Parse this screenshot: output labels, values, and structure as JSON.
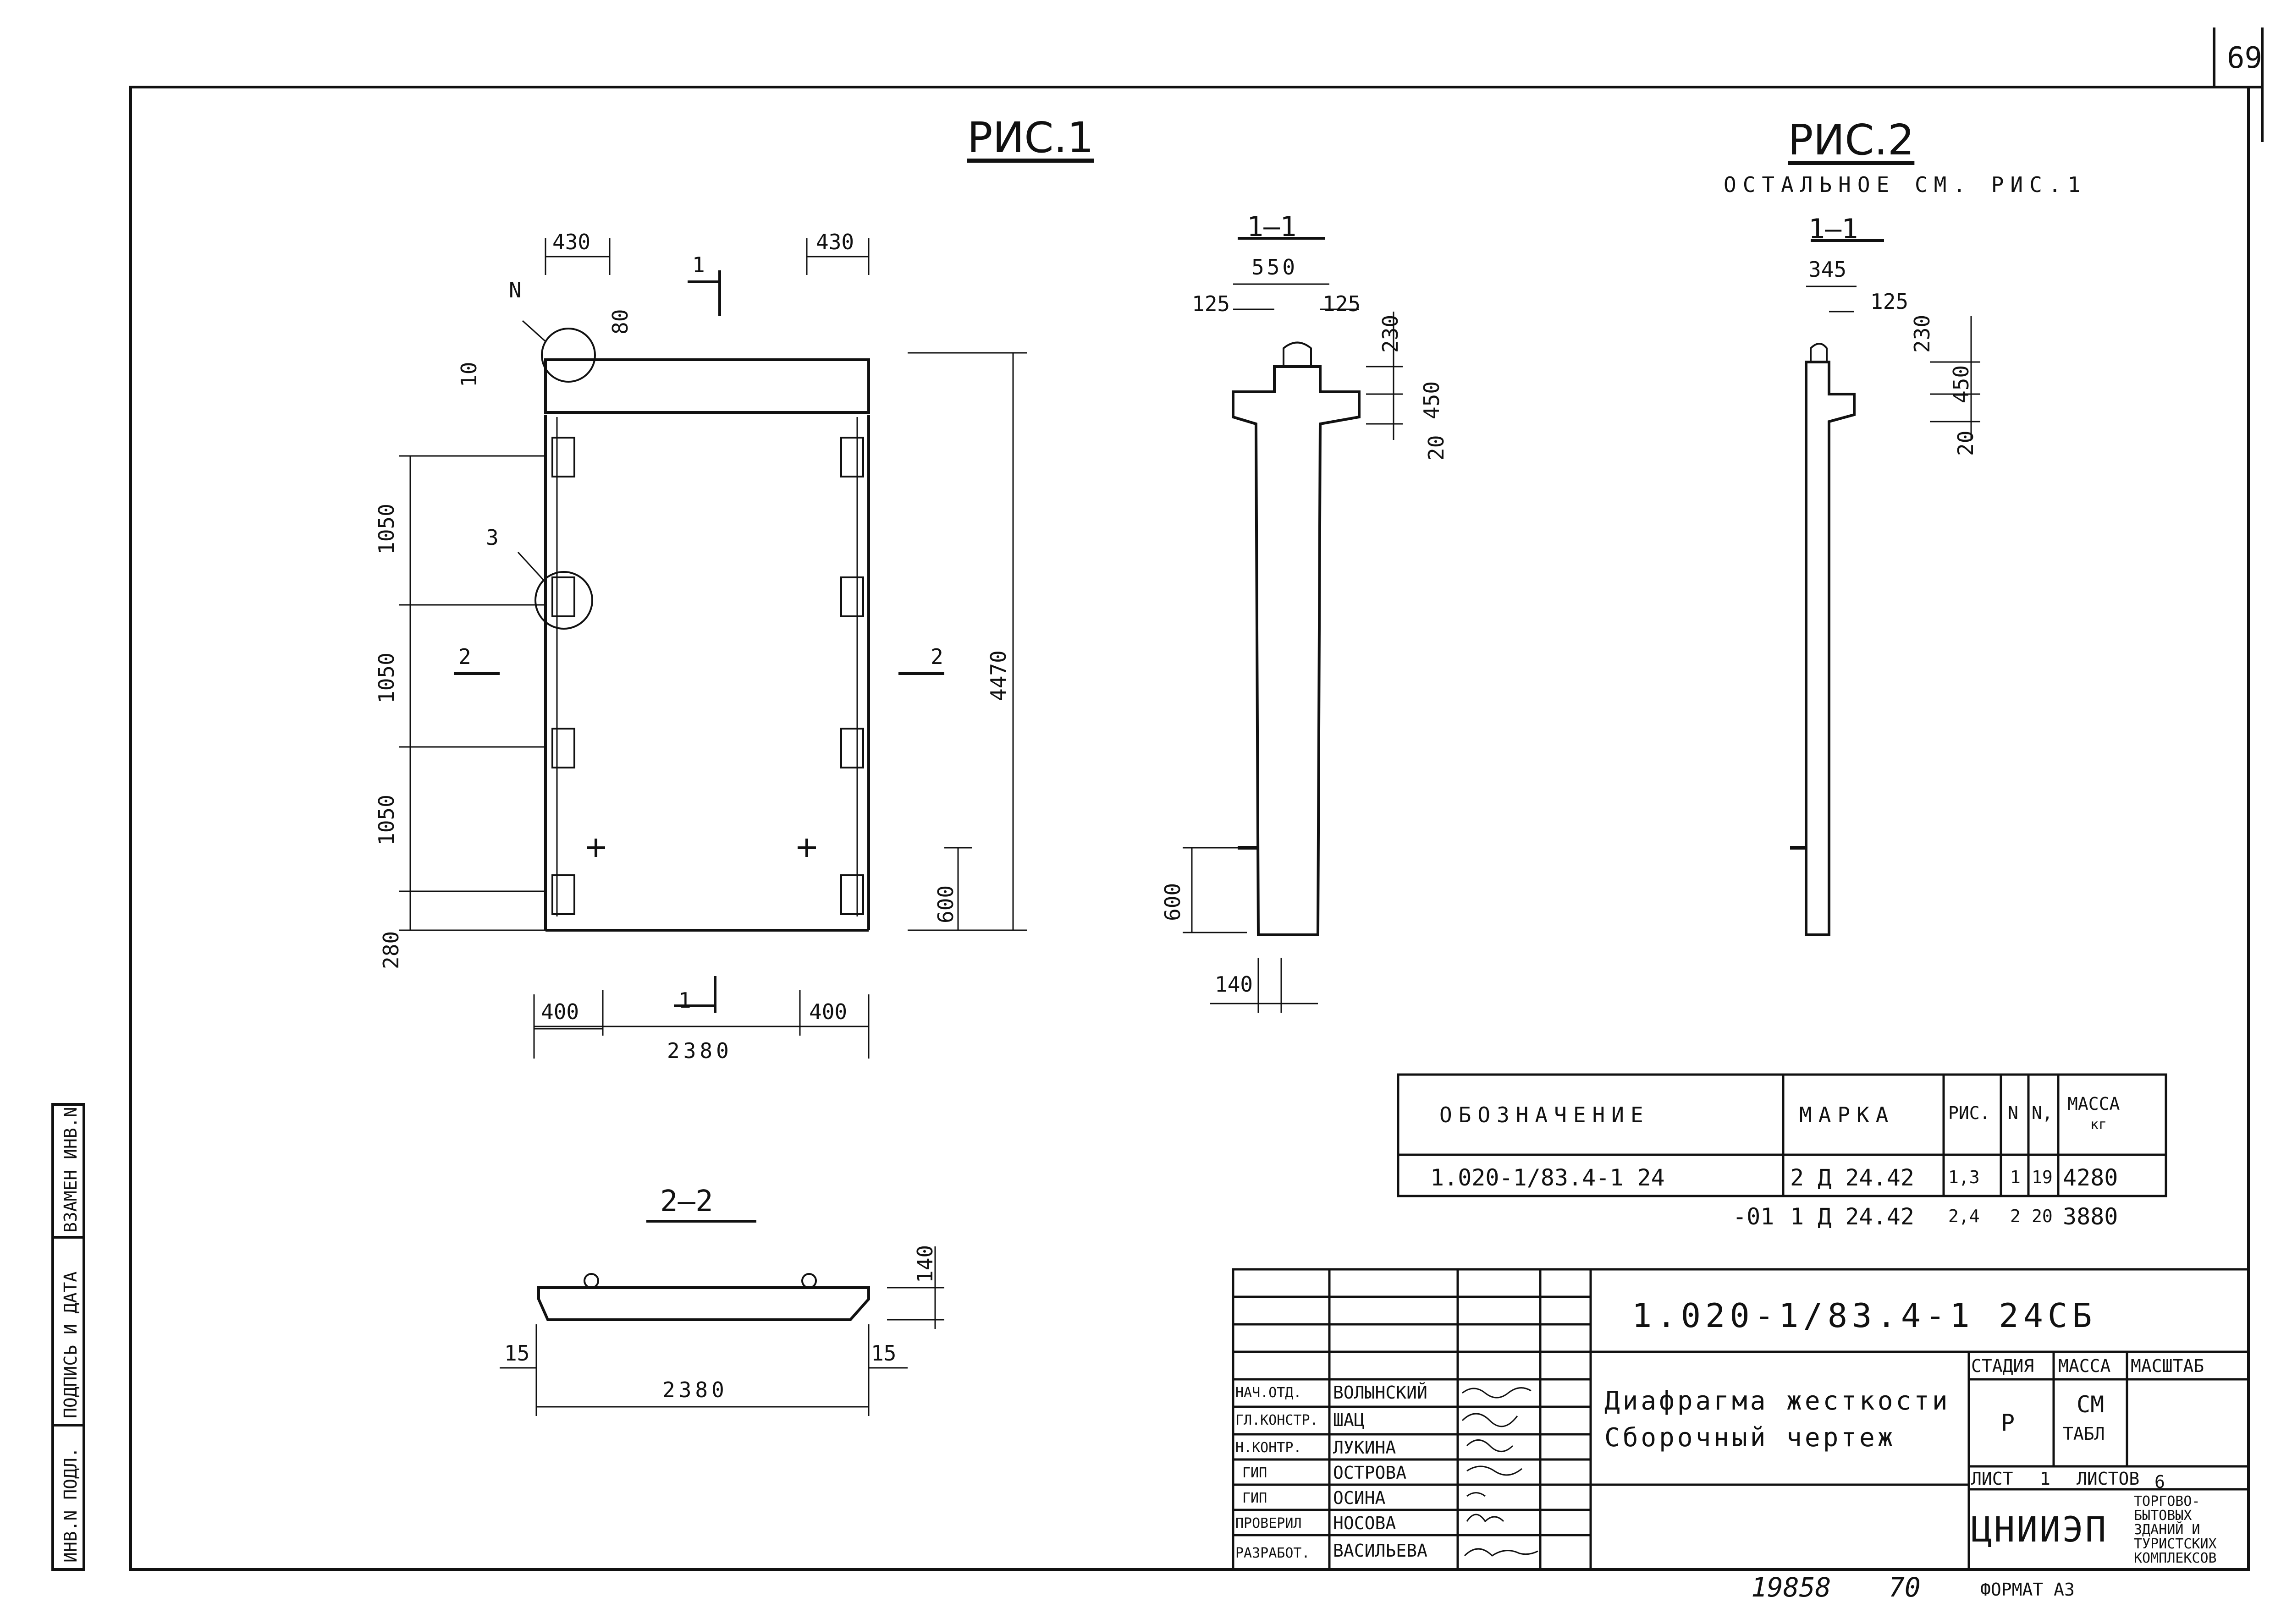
{
  "page_number": "69",
  "fig1": {
    "title": "РИС.1",
    "dims": {
      "top_left": "430",
      "top_right": "430",
      "d80": "80",
      "d10": "10",
      "h1050_a": "1050",
      "h1050_b": "1050",
      "h1050_c": "1050",
      "d280": "280",
      "h4470": "4470",
      "h600": "600",
      "bottom_left": "400",
      "bottom_right": "400",
      "total": "2380"
    },
    "labels": {
      "node_n": "N",
      "node_3": "3",
      "sec1_top": "1",
      "sec1_bottom": "1",
      "sec2_left": "2",
      "sec2_right": "2"
    }
  },
  "section_1_1_a": {
    "title": "1—1",
    "dims": {
      "w550": "550",
      "l125": "125",
      "r125": "125",
      "h230": "230",
      "h450": "450",
      "h20": "20",
      "h600": "600",
      "w140": "140"
    }
  },
  "fig2": {
    "title": "РИС.2",
    "note": "ОСТАЛЬНОЕ СМ. РИС.1",
    "section_title": "1—1",
    "dims": {
      "w345": "345",
      "r125": "125",
      "h230": "230",
      "h450": "450",
      "h20": "20"
    }
  },
  "section_2_2": {
    "title": "2—2",
    "dims": {
      "h140": "140",
      "l15": "15",
      "r15": "15",
      "total": "2380"
    }
  },
  "spec_table": {
    "headers": [
      "ОБОЗНАЧЕНИЕ",
      "МАРКА",
      "РИС.",
      "N",
      "N,",
      "МАССА",
      "кг"
    ],
    "rows": [
      [
        "1.020-1/83.4-1 24",
        "2 Д 24.42",
        "1,3",
        "1",
        "19",
        "4280"
      ],
      [
        "-01",
        "1 Д 24.42",
        "2,4",
        "2",
        "20",
        "3880"
      ]
    ]
  },
  "title_block": {
    "code": "1.020-1/83.4-1 24СБ",
    "name_line1": "Диафрагма жесткости",
    "name_line2": "Сборочный чертеж",
    "stage_header": "СТАДИЯ",
    "mass_header": "МАССА",
    "scale_header": "МАСШТАБ",
    "stage": "Р",
    "mass_line1": "СМ",
    "mass_line2": "ТАБЛ",
    "sheet": "ЛИСТ",
    "sheet_num": "1",
    "sheets": "ЛИСТОВ",
    "sheets_num": "6",
    "org": "ЦНИИЭП",
    "org_sub": [
      "ТОРГОВО-",
      "БЫТОВЫХ",
      "ЗДАНИЙ И",
      "ТУРИСТСКИХ",
      "КОМПЛЕКСОВ"
    ],
    "staff": [
      {
        "role": "НАЧ.ОТД.",
        "name": "ВОЛЫНСКИЙ"
      },
      {
        "role": "ГЛ.КОНСТР.",
        "name": "ШАЦ"
      },
      {
        "role": "Н.КОНТР.",
        "name": "ЛУКИНА"
      },
      {
        "role": "ГИП",
        "name": "ОСТРОВА"
      },
      {
        "role": "ГИП",
        "name": "ОСИНА"
      },
      {
        "role": "ПРОВЕРИЛ",
        "name": "НОСОВА"
      },
      {
        "role": "РАЗРАБОТ.",
        "name": "ВАСИЛЬЕВА"
      }
    ]
  },
  "side_stamp": [
    "ВЗАМЕН ИНВ.N",
    "ПОДПИСЬ И ДАТА",
    "ИНВ.N ПОДЛ."
  ],
  "footer": {
    "number": "19858",
    "num2": "70",
    "format": "ФОРМАТ А3"
  }
}
